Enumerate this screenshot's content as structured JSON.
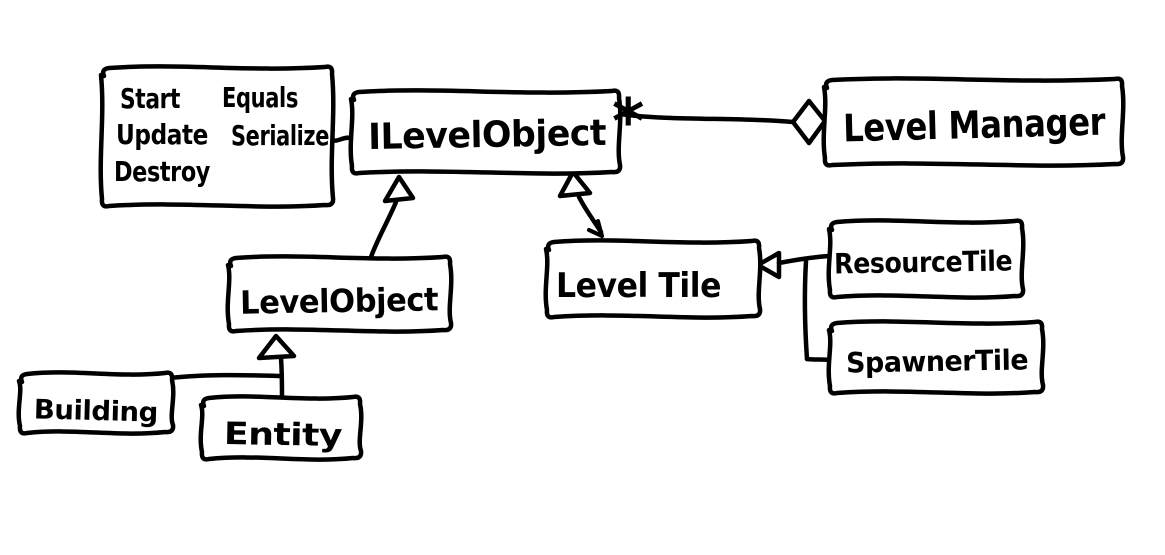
{
  "diagram": {
    "type": "uml-class-diagram",
    "style": "hand-drawn-sketch",
    "ink_color": "#000000",
    "background_color": "#ffffff",
    "nodes": {
      "interface_methods_note": {
        "methods": [
          "Start",
          "Equals",
          "Update",
          "Serialize",
          "Destroy"
        ]
      },
      "ilevelobject": {
        "label": "ILevelObject"
      },
      "levelmanager": {
        "label": "Level Manager"
      },
      "levelobject": {
        "label": "LevelObject"
      },
      "leveltile": {
        "label": "Level Tile"
      },
      "resourcetile": {
        "label": "ResourceTile"
      },
      "spawnertile": {
        "label": "SpawnerTile"
      },
      "building": {
        "label": "Building"
      },
      "entity": {
        "label": "Entity"
      }
    },
    "edges": [
      {
        "from": "ILevelObject",
        "to": "Level Manager",
        "type": "aggregation",
        "multiplicity": "*"
      },
      {
        "from": "LevelObject",
        "to": "ILevelObject",
        "type": "realization"
      },
      {
        "from": "Level Tile",
        "to": "ILevelObject",
        "type": "realization"
      },
      {
        "from": "ResourceTile",
        "to": "Level Tile",
        "type": "inheritance"
      },
      {
        "from": "SpawnerTile",
        "to": "Level Tile",
        "type": "inheritance"
      },
      {
        "from": "Building",
        "to": "LevelObject",
        "type": "inheritance"
      },
      {
        "from": "Entity",
        "to": "LevelObject",
        "type": "inheritance"
      },
      {
        "from": "interface_methods_note",
        "to": "ILevelObject",
        "type": "note-attachment"
      }
    ]
  }
}
